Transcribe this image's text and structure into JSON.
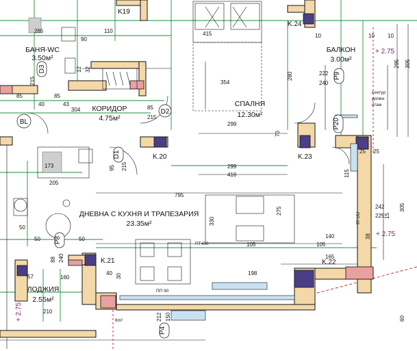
{
  "rooms": {
    "bath": {
      "name": "БАНЯ-WC",
      "area": "3.50м²"
    },
    "corridor": {
      "name": "КОРИДОР",
      "area": "4.75м²"
    },
    "bedroom": {
      "name": "СПАЛНЯ",
      "area": "12.30м²"
    },
    "balcony": {
      "name": "БАЛКОН",
      "area": "3.00м²"
    },
    "living": {
      "name": "ДНЕВНА С КУХНЯ И ТРАПЕЗАРИЯ",
      "area": "23.35м²"
    },
    "loggia": {
      "name": "ЛОДЖИЯ",
      "area": "2.55м²"
    }
  },
  "codes": {
    "k19": "K19",
    "k24": "K.24",
    "k20": "K.20",
    "k23": "K.23",
    "k21": "K.21",
    "k22": "K.22",
    "d1": "D1",
    "d2": "D2",
    "d3": "D3",
    "bl": "BL",
    "p8": "P8",
    "p9": "P9",
    "p20": "P20",
    "p4": "P4",
    "pp90": "ПП 90",
    "pp15": "ПП 15",
    "pt450": "ПТ450"
  },
  "levels": {
    "balcony": "+ 2.75",
    "living": "+ 2.75",
    "loggia": "+ 2.75"
  },
  "notes": {
    "contour_1": "контур",
    "contour_2": "долен",
    "contour_3": "етаж",
    "sm": "6m²"
  },
  "dims": {
    "d265": "265",
    "d90a": "90",
    "d110": "110",
    "d415": "415",
    "d354": "354",
    "d10a": "10",
    "d10b": "10",
    "d10c": "10",
    "d295": "295",
    "d305": "305",
    "d280": "280",
    "d222": "222",
    "d240a": "240",
    "d85a": "85",
    "d85b": "85",
    "d85c": "85",
    "d40a": "40",
    "d43": "43",
    "d304": "304",
    "d215a": "215",
    "d215b": "215",
    "d215c": "215",
    "d95": "95",
    "d299a": "299",
    "d299b": "299",
    "d416": "416",
    "d795": "795",
    "d330": "330",
    "d275": "275",
    "d173": "173",
    "d205": "205",
    "d25a": "25",
    "d25b": "25",
    "d242": "242",
    "d225": "225",
    "d140": "140",
    "d105a": "105",
    "d105b": "105",
    "d165": "165",
    "d198": "198",
    "d160": "160",
    "d57": "57",
    "d210": "210",
    "d50a": "50",
    "d50b": "50",
    "d50c": "50",
    "d88": "88",
    "d240b": "240",
    "d212": "212",
    "d150": "150",
    "d40b": "40",
    "d30": "30",
    "d38": "38",
    "d115": "115",
    "d12": "12",
    "d32": "32",
    "d70": "70",
    "d15": "15",
    "d305b": "305",
    "d60": "60"
  }
}
